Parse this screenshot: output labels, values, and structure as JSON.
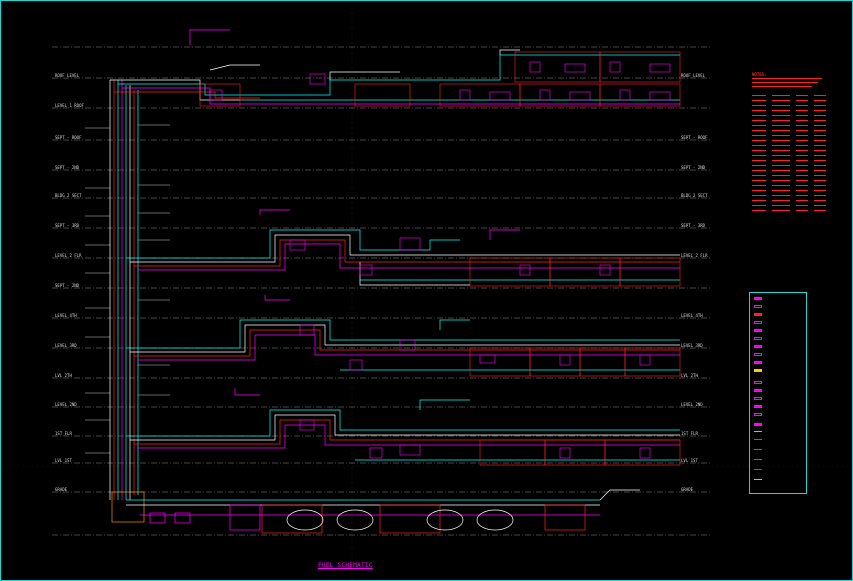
{
  "sheet": {
    "title": "FUEL SCHEMATIC"
  },
  "levels_left": [
    "ROOF LEVEL",
    "LEVEL 1 ROOF",
    "SEPT - ROOF",
    "SEPT - 2ND",
    "BLDG 2 SECT",
    "SEPT - 3RD",
    "LEVEL 2 FLR",
    "SEPT - 2ND",
    "LEVEL 4TH",
    "LEVEL 3RD",
    "LVL 2TH",
    "LEVEL 2ND",
    "1ST FLR",
    "LVL 1ST",
    "GRADE"
  ],
  "levels_right": [
    "ROOF LEVEL",
    "SEPT - ROOF",
    "SEPT - 2ND",
    "BLDG 2 SECT",
    "SEPT - 3RD",
    "LEVEL 2 FLR",
    "LEVEL 4TH",
    "LEVEL 3RD",
    "LVL 2TH",
    "LEVEL 2ND",
    "1ST FLR",
    "LVL 1ST",
    "GRADE"
  ],
  "notes": {
    "title": "NOTES:"
  },
  "colors": {
    "frame": "#19d7d7",
    "pipe_cyan": "#00ffff",
    "pipe_magenta": "#ff00ff",
    "pipe_red": "#ff2020",
    "pipe_white": "#ffffff",
    "level_line": "#8c8c8c",
    "notes": "#ff2222"
  }
}
